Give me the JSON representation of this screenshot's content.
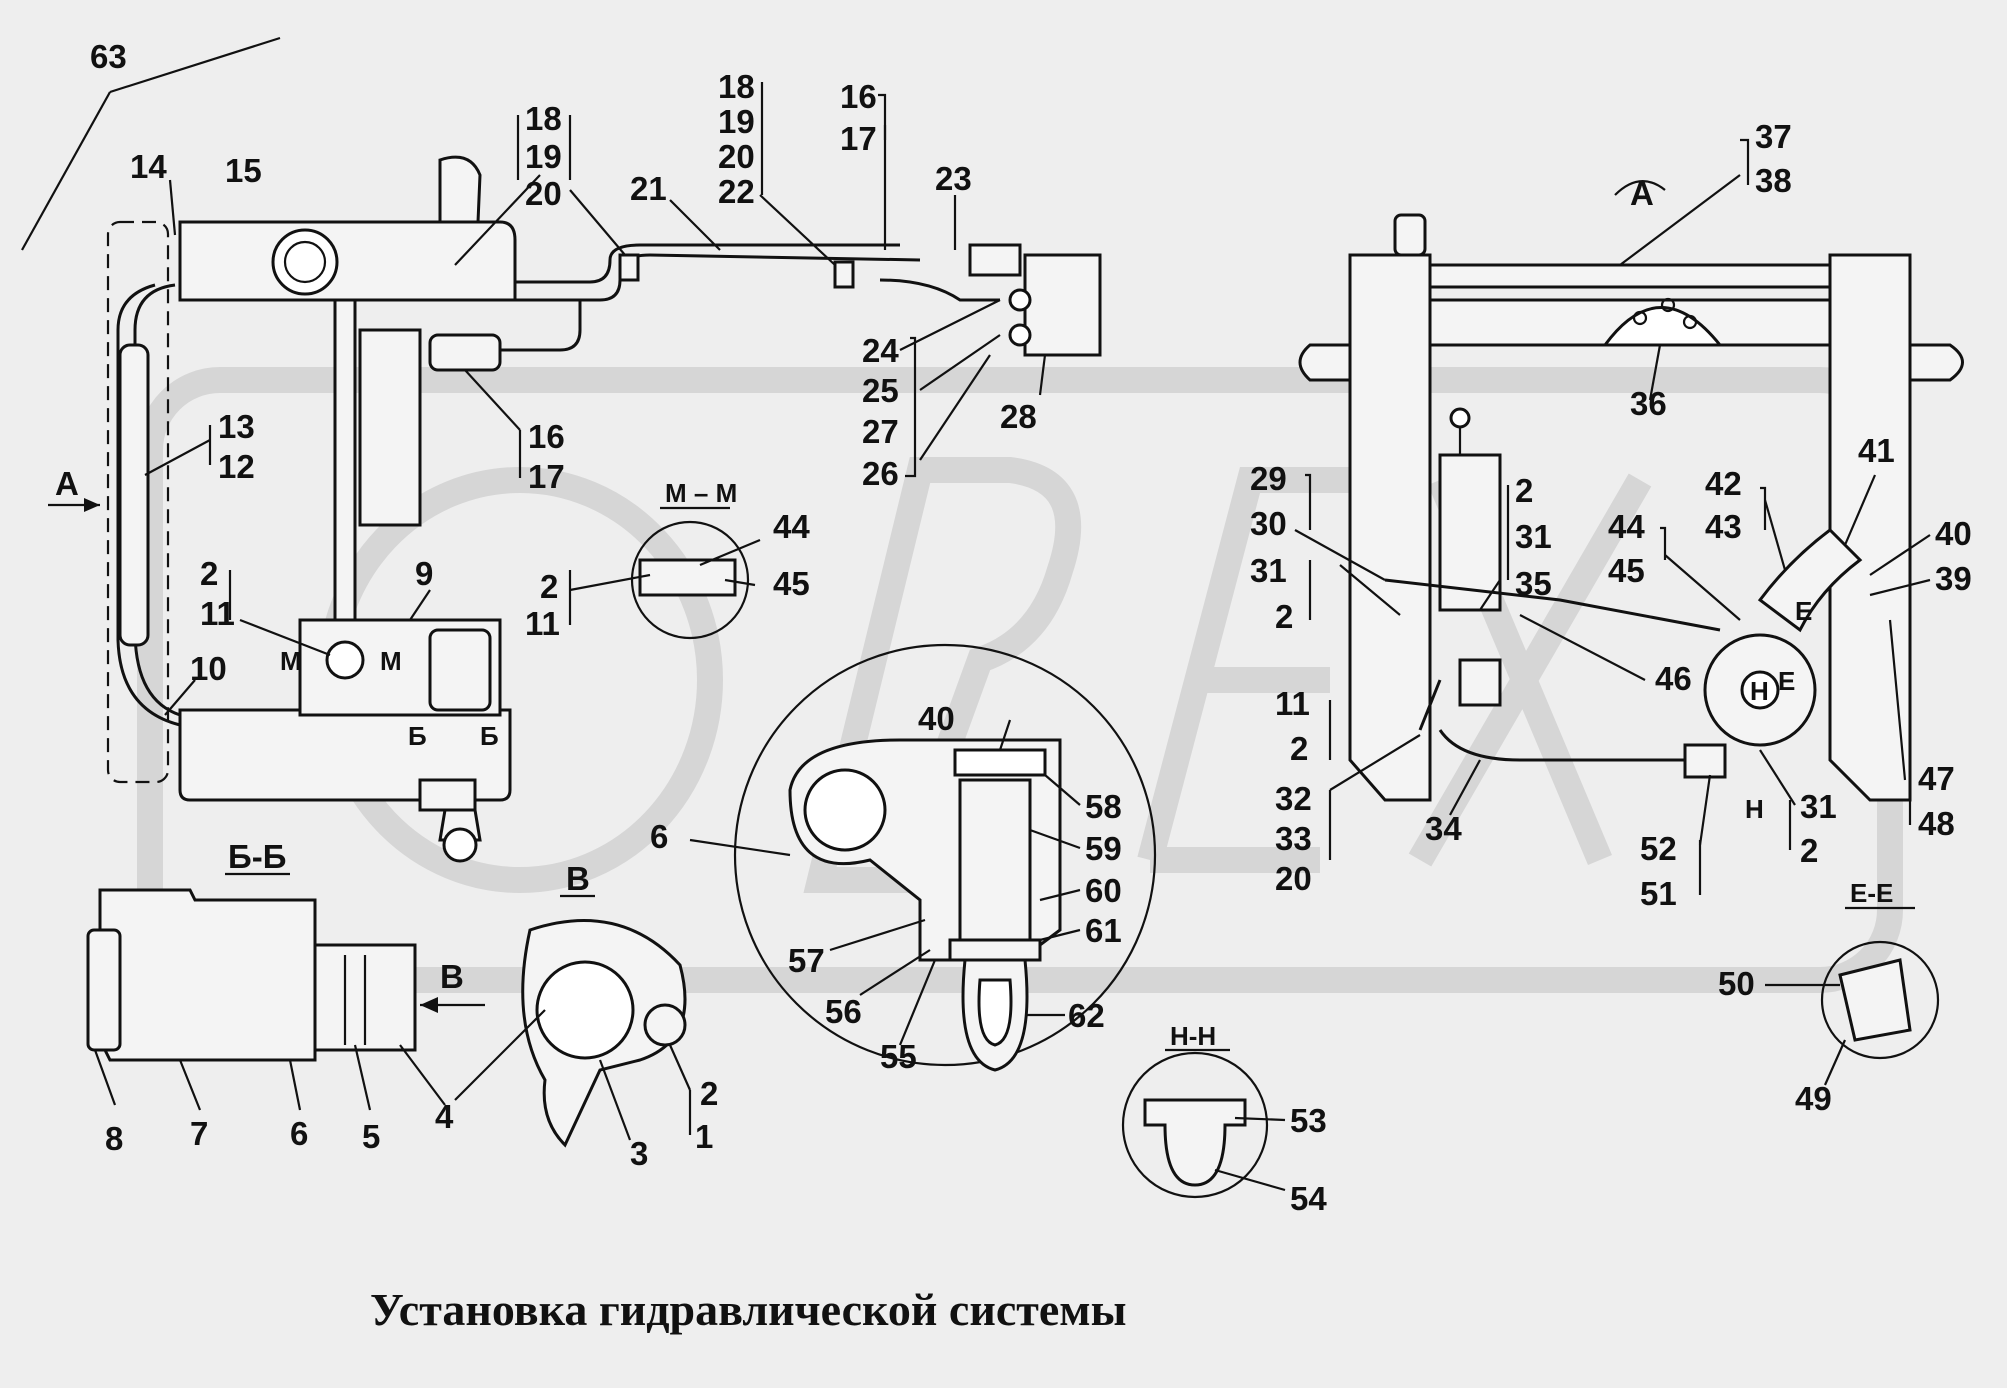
{
  "title": "Установка гидравлической системы",
  "watermark": "OBEX",
  "section_labels": {
    "mm": "М – М",
    "bb": "Б-Б",
    "v": "В",
    "nn": "Н-Н",
    "ee": "Е-Е",
    "view_a": "А"
  },
  "callouts": {
    "c63": "63",
    "c14": "14",
    "c15": "15",
    "c18a": "18",
    "c19a": "19",
    "c20a": "20",
    "c21": "21",
    "c18b": "18",
    "c19b": "19",
    "c20b": "20",
    "c22": "22",
    "c16a": "16",
    "c17a": "17",
    "c23": "23",
    "c24": "24",
    "c25": "25",
    "c27": "27",
    "c26": "26",
    "c28": "28",
    "c16b": "16",
    "c17b": "17",
    "c13": "13",
    "c12": "12",
    "cA": "А",
    "c2a": "2",
    "c11a": "11",
    "c9": "9",
    "c10": "10",
    "cM1": "М",
    "cM2": "М",
    "cB1": "Б",
    "cB2": "Б",
    "c44a": "44",
    "c45a": "45",
    "c2b": "2",
    "c11b": "11",
    "c37": "37",
    "c38": "38",
    "c36": "36",
    "c29": "29",
    "c30": "30",
    "c31a": "31",
    "c2c": "2",
    "c2d": "2",
    "c31b": "31",
    "c35": "35",
    "c44b": "44",
    "c45b": "45",
    "c42": "42",
    "c43": "43",
    "c41": "41",
    "c40a": "40",
    "c39": "39",
    "cE1": "Е",
    "cE2": "Е",
    "cH1": "Н",
    "cH2": "Н",
    "c46": "46",
    "c11c": "11",
    "c2e": "2",
    "c32": "32",
    "c33": "33",
    "c20c": "20",
    "c34": "34",
    "c31c": "31",
    "c2f": "2",
    "c47": "47",
    "c48": "48",
    "c52": "52",
    "c51": "51",
    "c40b": "40",
    "c58": "58",
    "c59": "59",
    "c60": "60",
    "c61": "61",
    "c6a": "6",
    "c57": "57",
    "c56": "56",
    "c55": "55",
    "c62": "62",
    "c50": "50",
    "c49": "49",
    "c53": "53",
    "c54": "54",
    "c8": "8",
    "c7": "7",
    "c6b": "6",
    "c5": "5",
    "c4": "4",
    "c3": "3",
    "c2g": "2",
    "c1": "1",
    "cV": "В"
  }
}
